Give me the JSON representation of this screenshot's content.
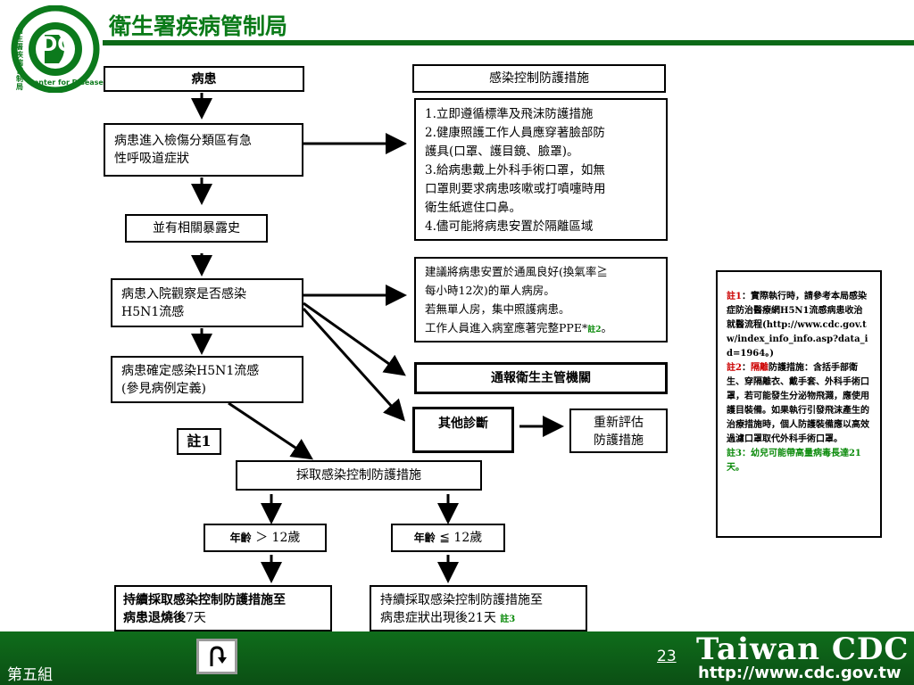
{
  "header": {
    "title": "衛生署疾病管制局",
    "logo_text_cn": "衛生署疾病管制局",
    "logo_text_en": "Center for Disease Control",
    "logo_letters": "DC"
  },
  "flow": {
    "patient": "病患",
    "symptom": [
      "病患進入檢傷分類區有急",
      "性呼吸道症狀"
    ],
    "exposure": "並有相關暴露史",
    "observe": [
      "病患入院觀察是否感染",
      "H5N1流感"
    ],
    "confirm": [
      "病患確定感染H5N1流感",
      "(參見病例定義)"
    ],
    "note1_label": "註1",
    "take_measures": "採取感染控制防護措施",
    "age_over_prefix": "年齡",
    "age_over_op": "＞",
    "age_over_value": "12歲",
    "age_under_prefix": "年齡",
    "age_under_op": "≦",
    "age_under_value": "12歲",
    "result_over": [
      "持續採取感染控制防護措施至",
      "病患退燒後",
      "7天"
    ],
    "result_under": [
      "持續採取感染控制防護措施至",
      "病患症狀出現後21天",
      "註3"
    ]
  },
  "right": {
    "measures_title": "感染控制防護措施",
    "measures": [
      "1.立即遵循標準及飛沫防護措施",
      "2.健康照護工作人員應穿著臉部防",
      "護具(口罩、護目鏡、臉罩)。",
      "3.給病患戴上外科手術口罩，如無",
      "口罩則要求病患咳嗽或打噴嚏時用",
      "衛生紙遮住口鼻。",
      "4.儘可能將病患安置於隔離區域"
    ],
    "room": [
      "建議將病患安置於通風良好(換氣率≧",
      "每小時12次)的單人病房。",
      "若無單人房，集中照護病患。",
      "工作人員進入病室應著完整PPE*"
    ],
    "room_note": "註2",
    "room_end": "。",
    "report": "通報衛生主管機關",
    "other_dx": "其他診斷",
    "reassess": [
      "重新評估",
      "防護措施"
    ]
  },
  "notes": {
    "n1_label": "註1",
    "n1_text": "：實際執行時，請參考本局感染症防治醫療網H5N1流感病患收治就醫流程(http://www.cdc.gov.tw/index_info_info.asp?data_id=1964。)",
    "n2_label": "註2",
    "n2_colon": "：",
    "n2_word": "隔離",
    "n2_text": "防護措施：含括手部衛生、穿隔離衣、戴手套、外科手術口罩，若可能發生分泌物飛濺，應使用護目裝備。如果執行引發飛沫產生的治療措施時，個人防護裝備應以高效過濾口罩取代外科手術口罩。",
    "n3_text": "註3：幼兒可能帶高量病毒長達21天。"
  },
  "footer": {
    "group": "第五組",
    "page": "23",
    "brand": "Taiwan CDC",
    "url": "http://www.cdc.gov.tw"
  },
  "colors": {
    "green_dark": "#0b4f14",
    "green_title": "#0a7a18",
    "note_green": "#0a8a0a",
    "note_red": "#cc0000"
  }
}
